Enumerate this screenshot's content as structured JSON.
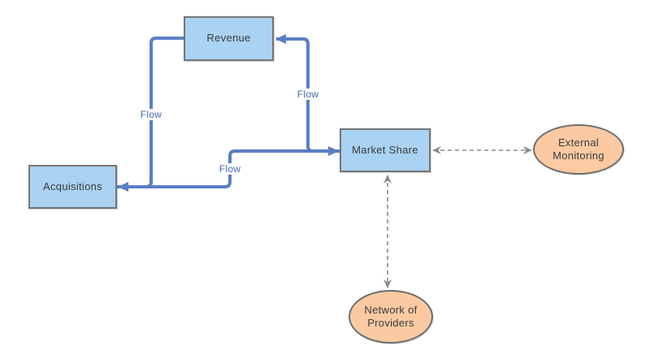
{
  "colors": {
    "node_fill": "#a9d2f3",
    "node_border": "#757575",
    "ellipse_fill": "#fbcaa2",
    "ellipse_border": "#6e6e6e",
    "flow_line": "#5b7ec5",
    "flow_label": "#4168b1",
    "dashed_line": "#8a8a8a",
    "node_text": "#3b3b3b",
    "background": "#ffffff"
  },
  "nodes": {
    "revenue": {
      "label": "Revenue",
      "shape": "rectangle"
    },
    "acquisitions": {
      "label": "Acquisitions",
      "shape": "rectangle"
    },
    "market_share": {
      "label": "Market Share",
      "shape": "rectangle"
    },
    "external_monitoring": {
      "label": "External Monitoring",
      "shape": "ellipse"
    },
    "network_of_providers": {
      "label": "Network of Providers",
      "shape": "ellipse"
    }
  },
  "connectors": {
    "revenue_to_acquisitions": {
      "label": "Flow",
      "from": "Revenue",
      "to": "Acquisitions",
      "style": "solid-blue-arrow"
    },
    "acquisitions_to_market_share": {
      "label": "Flow",
      "from": "Acquisitions",
      "to": "Market Share",
      "style": "solid-blue-arrow"
    },
    "market_share_to_revenue": {
      "label": "Flow",
      "from": "Market Share",
      "to": "Revenue",
      "style": "solid-blue-arrow"
    },
    "market_share_external_monitoring": {
      "from": "Market Share",
      "to": "External Monitoring",
      "style": "dashed-gray-double-arrow"
    },
    "market_share_network_of_providers": {
      "from": "Market Share",
      "to": "Network of Providers",
      "style": "dashed-gray-double-arrow"
    }
  }
}
